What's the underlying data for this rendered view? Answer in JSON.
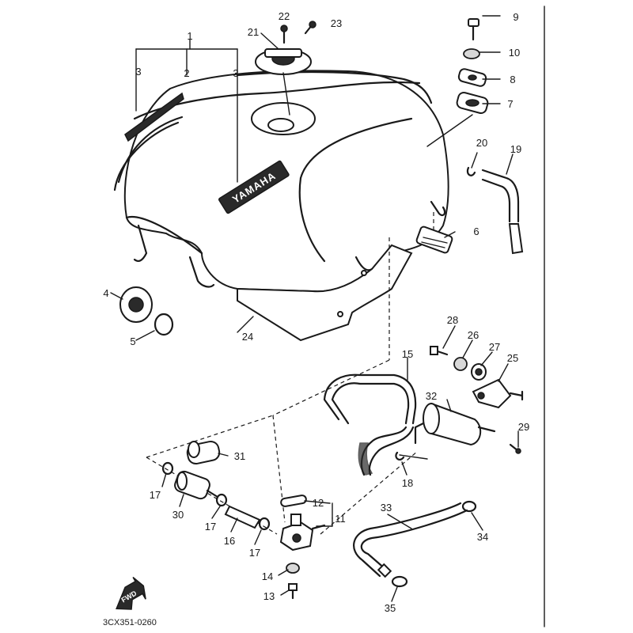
{
  "diagram": {
    "brand_text": "YAMAHA",
    "forward_label": "FWD",
    "drawing_code": "3CX351-0260",
    "callouts": {
      "c1": "1",
      "c2": "2",
      "c3a": "3",
      "c3b": "3",
      "c4": "4",
      "c5": "5",
      "c6": "6",
      "c7": "7",
      "c8": "8",
      "c9": "9",
      "c10": "10",
      "c11": "11",
      "c12": "12",
      "c13": "13",
      "c14": "14",
      "c15": "15",
      "c16": "16",
      "c17a": "17",
      "c17b": "17",
      "c17c": "17",
      "c18": "18",
      "c19": "19",
      "c20": "20",
      "c21": "21",
      "c22": "22",
      "c23": "23",
      "c24": "24",
      "c25": "25",
      "c26": "26",
      "c27": "27",
      "c28": "28",
      "c29": "29",
      "c30": "30",
      "c31": "31",
      "c32": "32",
      "c33": "33",
      "c34": "34",
      "c35": "35"
    }
  }
}
